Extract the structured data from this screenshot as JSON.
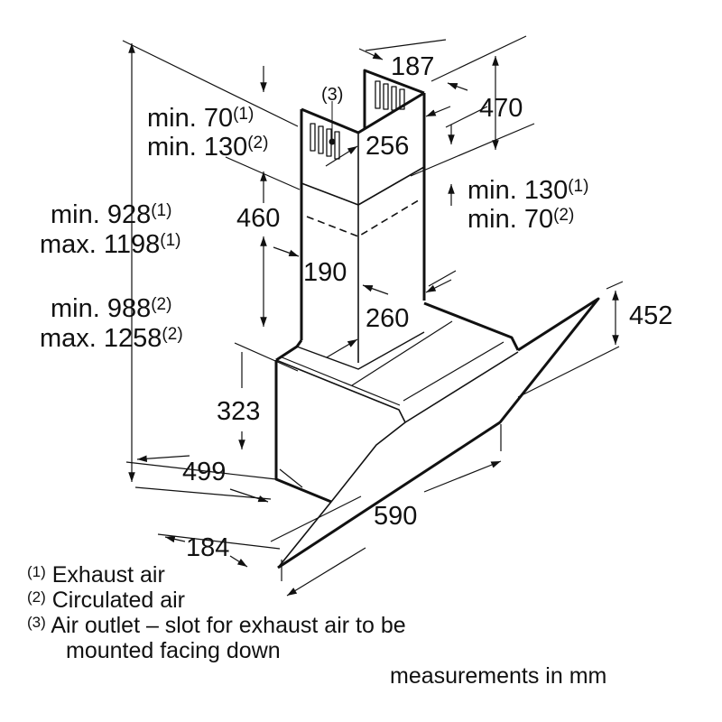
{
  "dimensions": {
    "chimney_depth_top": "187",
    "chimney_height_upper": "470",
    "chimney_width_upper": "256",
    "chimney_height_lower": "460",
    "chimney_width_lower": "190",
    "chimney_depth_lower": "260",
    "glass_height": "452",
    "body_height": "323",
    "body_depth": "499",
    "front_depth": "184",
    "hood_width": "590"
  },
  "clearances": {
    "top_min_exhaust": "min. 70",
    "top_min_exhaust_ref": "(1)",
    "top_min_circ": "min. 130",
    "top_min_circ_ref": "(2)",
    "right_min_exhaust": "min. 130",
    "right_min_exhaust_ref": "(1)",
    "right_min_circ": "min. 70",
    "right_min_circ_ref": "(2)",
    "total_min_exhaust": "min. 928",
    "total_min_exhaust_ref": "(1)",
    "total_max_exhaust": "max. 1198",
    "total_max_exhaust_ref": "(1)",
    "total_min_circ": "min. 988",
    "total_min_circ_ref": "(2)",
    "total_max_circ": "max. 1258",
    "total_max_circ_ref": "(2)",
    "air_outlet_ref": "(3)"
  },
  "legend": [
    {
      "ref": "(1)",
      "text": "Exhaust air"
    },
    {
      "ref": "(2)",
      "text": "Circulated air"
    },
    {
      "ref": "(3)",
      "text": "Air outlet – slot for exhaust air to be"
    },
    {
      "ref": "",
      "text": "mounted facing down"
    }
  ],
  "units_note": "measurements in mm"
}
